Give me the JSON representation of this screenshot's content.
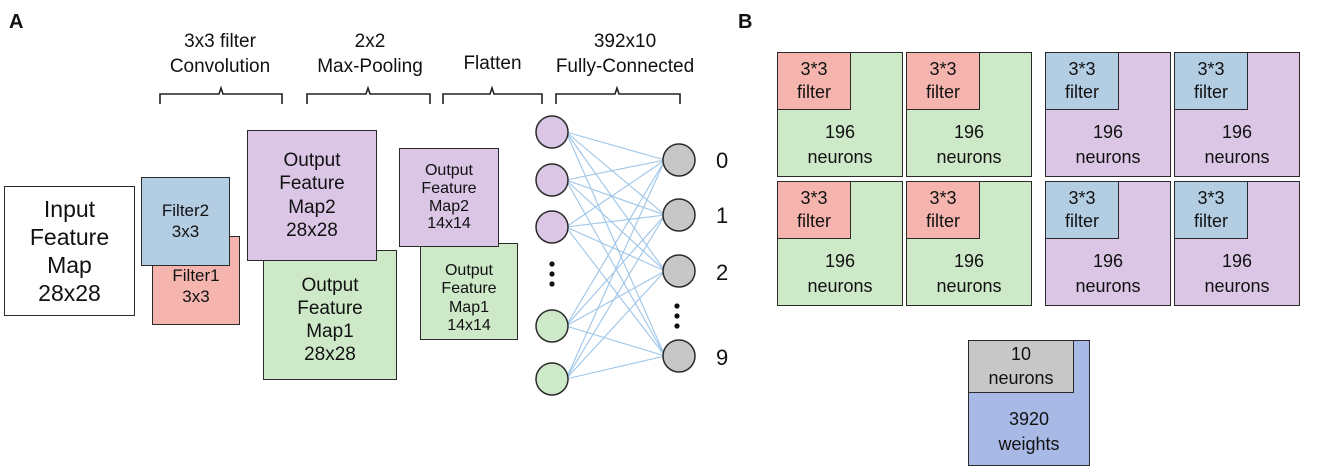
{
  "panel_a": {
    "label": "A",
    "headers": {
      "conv": "3x3 filter\nConvolution",
      "pool": "2x2\nMax-Pooling",
      "flatten": "Flatten",
      "fc": "392x10\nFully-Connected"
    },
    "input_map": "Input\nFeature\nMap\n28x28",
    "filter2": "Filter2\n3x3",
    "filter1": "Filter1\n3x3",
    "ofm2": "Output\nFeature\nMap2\n28x28",
    "ofm1": "Output\nFeature\nMap1\n28x28",
    "pooled2": "Output\nFeature\nMap2\n14x14",
    "pooled1": "Output\nFeature\nMap1\n14x14",
    "outputs": [
      "0",
      "1",
      "2",
      "9"
    ]
  },
  "panel_b": {
    "label": "B",
    "conv_cells": [
      {
        "sub": "3*3\nfilter",
        "main": "196\nneurons",
        "color": "red"
      },
      {
        "sub": "3*3\nfilter",
        "main": "196\nneurons",
        "color": "red"
      },
      {
        "sub": "3*3\nfilter",
        "main": "196\nneurons",
        "color": "blue"
      },
      {
        "sub": "3*3\nfilter",
        "main": "196\nneurons",
        "color": "blue"
      },
      {
        "sub": "3*3\nfilter",
        "main": "196\nneurons",
        "color": "red"
      },
      {
        "sub": "3*3\nfilter",
        "main": "196\nneurons",
        "color": "red"
      },
      {
        "sub": "3*3\nfilter",
        "main": "196\nneurons",
        "color": "blue"
      },
      {
        "sub": "3*3\nfilter",
        "main": "196\nneurons",
        "color": "blue"
      }
    ],
    "fc_cell": {
      "sub": "10\nneurons",
      "main": "3920\nweights"
    }
  },
  "colors": {
    "red": "#f5b5ae",
    "blue": "#b3cde3",
    "purple": "#dbc6e6",
    "green": "#cde9c8",
    "gray": "#c7c7c7",
    "navy": "#a9b9e5",
    "line": "#9ec5e8"
  }
}
